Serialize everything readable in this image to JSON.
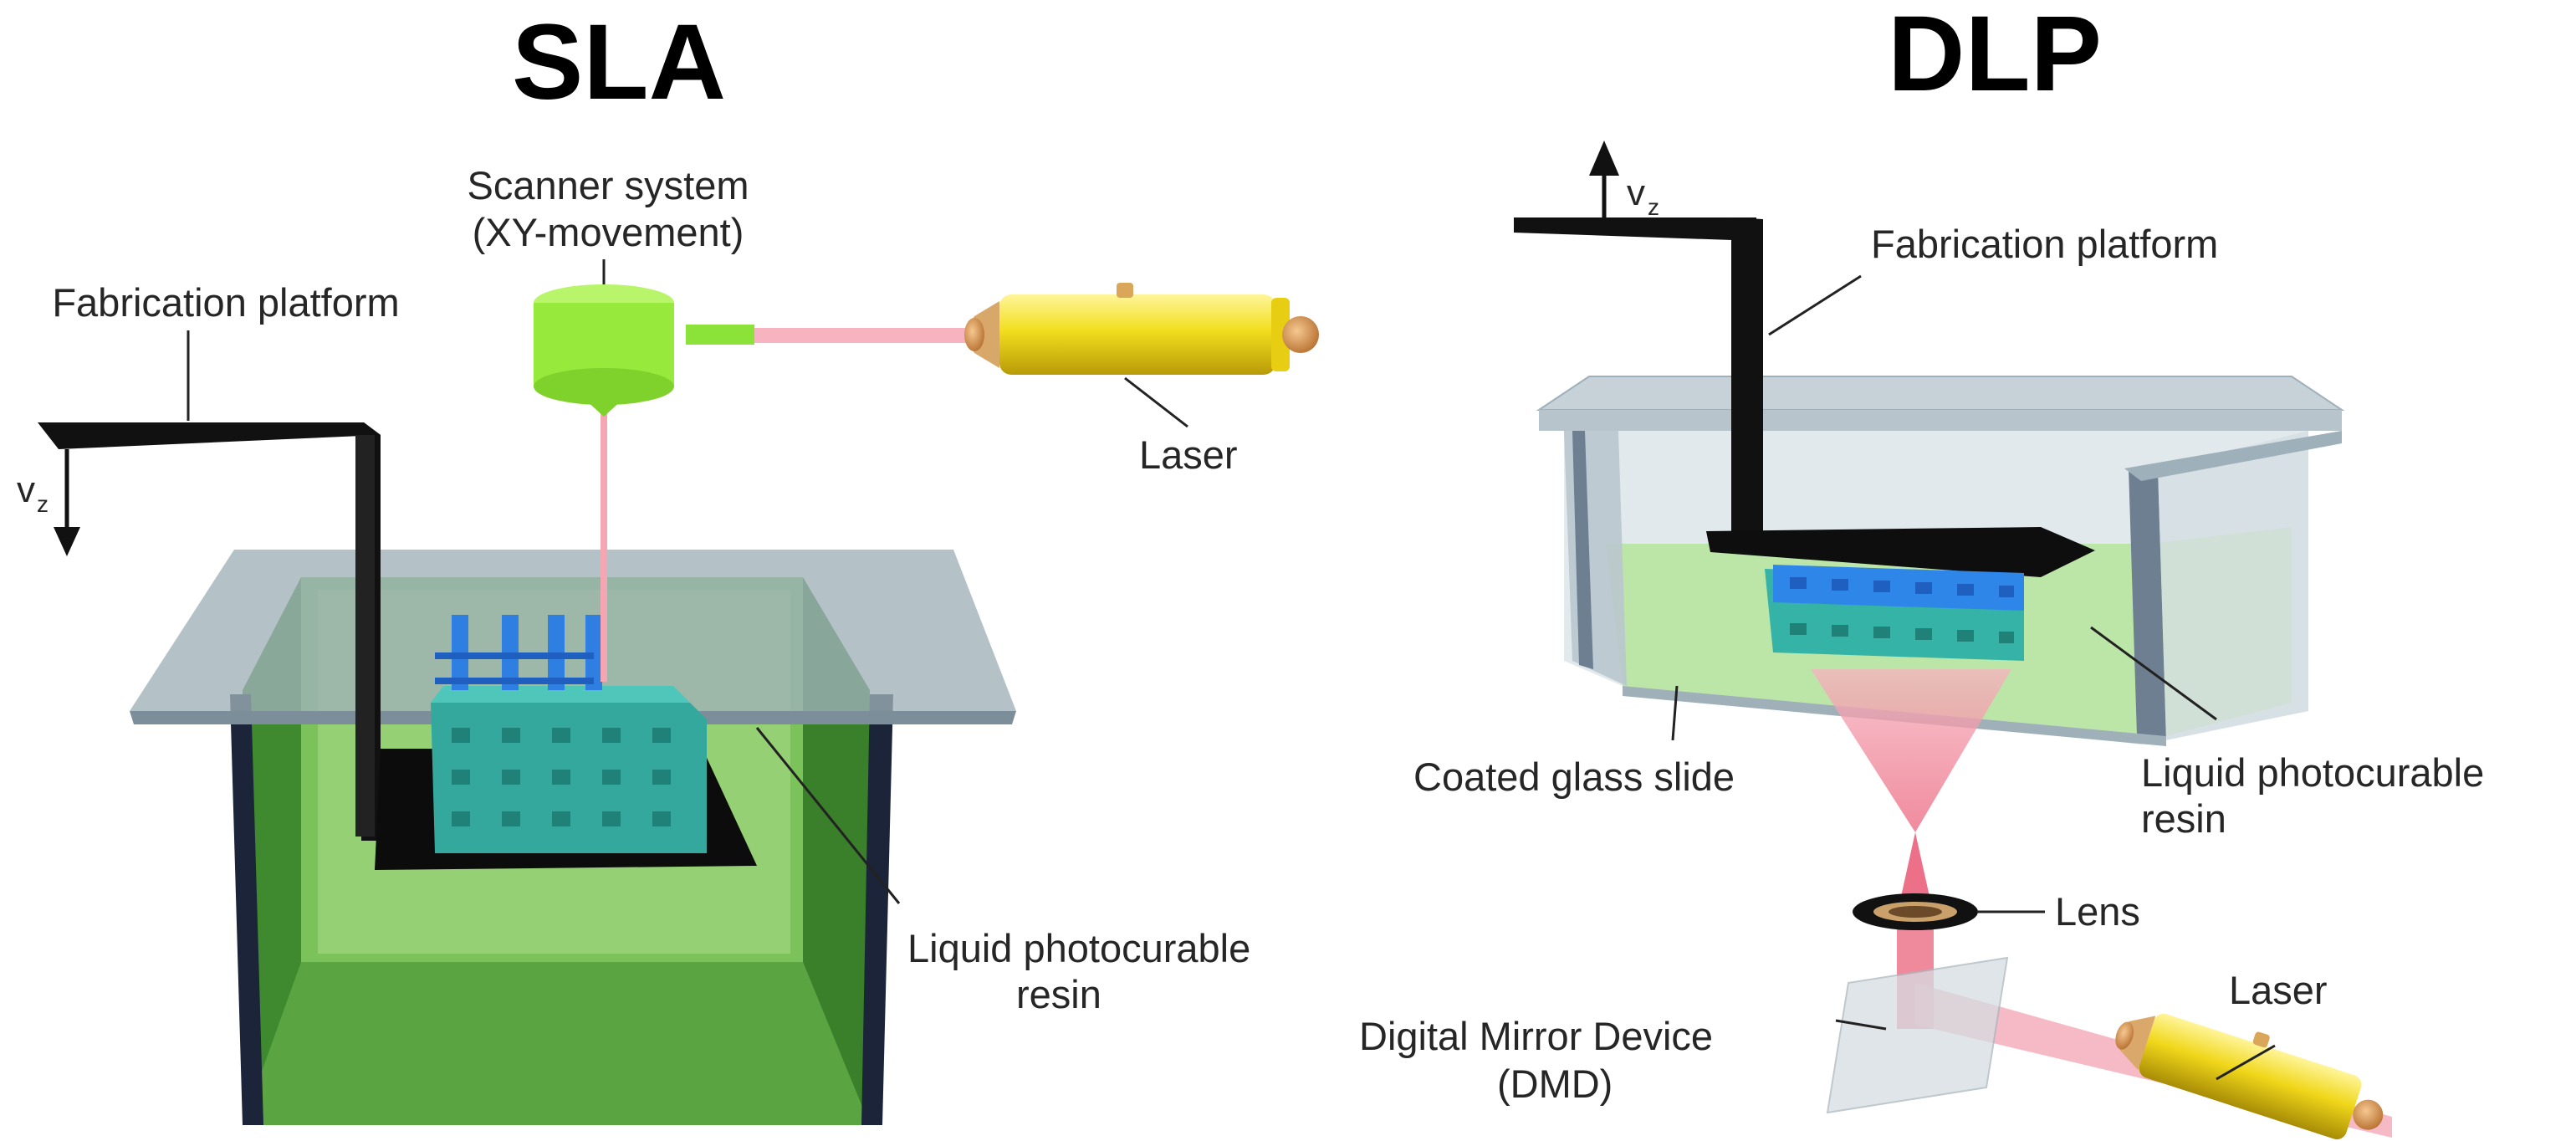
{
  "sla": {
    "title": "SLA",
    "labels": {
      "scanner_line1": "Scanner system",
      "scanner_line2": "(XY-movement)",
      "fabrication_platform": "Fabrication platform",
      "laser": "Laser",
      "resin_line1": "Liquid photocurable",
      "resin_line2": "resin",
      "velocity": "v",
      "velocity_sub": "z"
    }
  },
  "dlp": {
    "title": "DLP",
    "labels": {
      "fabrication_platform": "Fabrication platform",
      "coated_glass": "Coated glass slide",
      "resin_line1": "Liquid photocurable",
      "resin_line2": "resin",
      "lens": "Lens",
      "laser": "Laser",
      "dmd_line1": "Digital Mirror Device",
      "dmd_line2": "(DMD)",
      "velocity": "v",
      "velocity_sub": "z"
    }
  },
  "colors": {
    "resin_green": "#4f9a3a",
    "resin_light": "#b6e39a",
    "platform": "#111111",
    "glass": "#aebcc4",
    "laser_body": "#f2de1e",
    "scanner": "#9bef3a",
    "beam_pink": "#f49ca8",
    "part_blue": "#2e86e8",
    "part_teal": "#35b3a7"
  },
  "icons": [
    "scanner-icon",
    "laser-icon",
    "lens-icon",
    "dmd-mirror-icon",
    "arrow-icon"
  ]
}
